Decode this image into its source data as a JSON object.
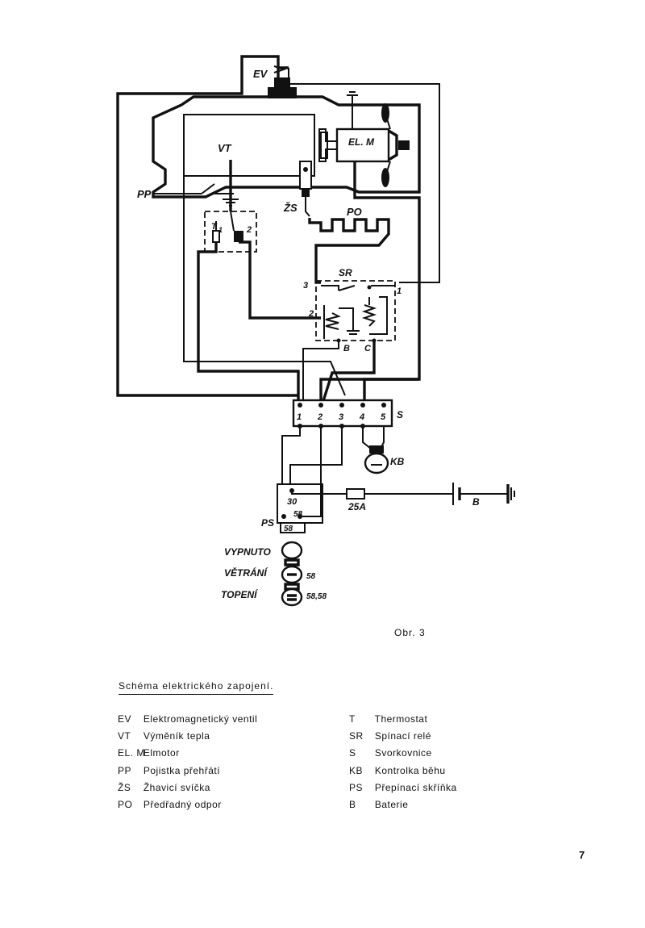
{
  "diagram": {
    "labels": {
      "ev": "EV",
      "vt": "VT",
      "elm": "EL. M",
      "pp": "PP",
      "zs": "ŽS",
      "po": "PO",
      "sr": "SR",
      "t": "T",
      "sr_1": "1",
      "sr_2": "2",
      "sr_3": "3",
      "t_1": "1",
      "t_2": "2",
      "sr_b": "B",
      "sr_c": "C",
      "s": "S",
      "s_1": "1",
      "s_2": "2",
      "s_3": "3",
      "s_4": "4",
      "s_5": "5",
      "kb": "KB",
      "fuse": "25A",
      "b": "B",
      "ps": "PS",
      "ps_30": "30",
      "ps_58a": "58",
      "ps_58b": "58",
      "vypnuto": "VYPNUTO",
      "vetrani": "VĚTRÁNÍ",
      "topeni": "TOPENÍ",
      "pos_58": "58",
      "pos_58_58": "58,58"
    }
  },
  "caption": "Obr. 3",
  "legend": {
    "title": "Schéma elektrického zapojení.",
    "left": [
      {
        "code": "EV",
        "text": "Elektromagnetický ventil"
      },
      {
        "code": "VT",
        "text": "Výměník tepla"
      },
      {
        "code": "EL. M",
        "text": "Elmotor"
      },
      {
        "code": "PP",
        "text": "Pojistka přehřátí"
      },
      {
        "code": "ŽS",
        "text": "Žhavicí svíčka"
      },
      {
        "code": "PO",
        "text": "Předřadný odpor"
      }
    ],
    "right": [
      {
        "code": "T",
        "text": "Thermostat"
      },
      {
        "code": "SR",
        "text": "Spínací relé"
      },
      {
        "code": "S",
        "text": "Svorkovnice"
      },
      {
        "code": "KB",
        "text": "Kontrolka běhu"
      },
      {
        "code": "PS",
        "text": "Přepínací skříňka"
      },
      {
        "code": "B",
        "text": "Baterie"
      }
    ]
  },
  "page_number": "7"
}
